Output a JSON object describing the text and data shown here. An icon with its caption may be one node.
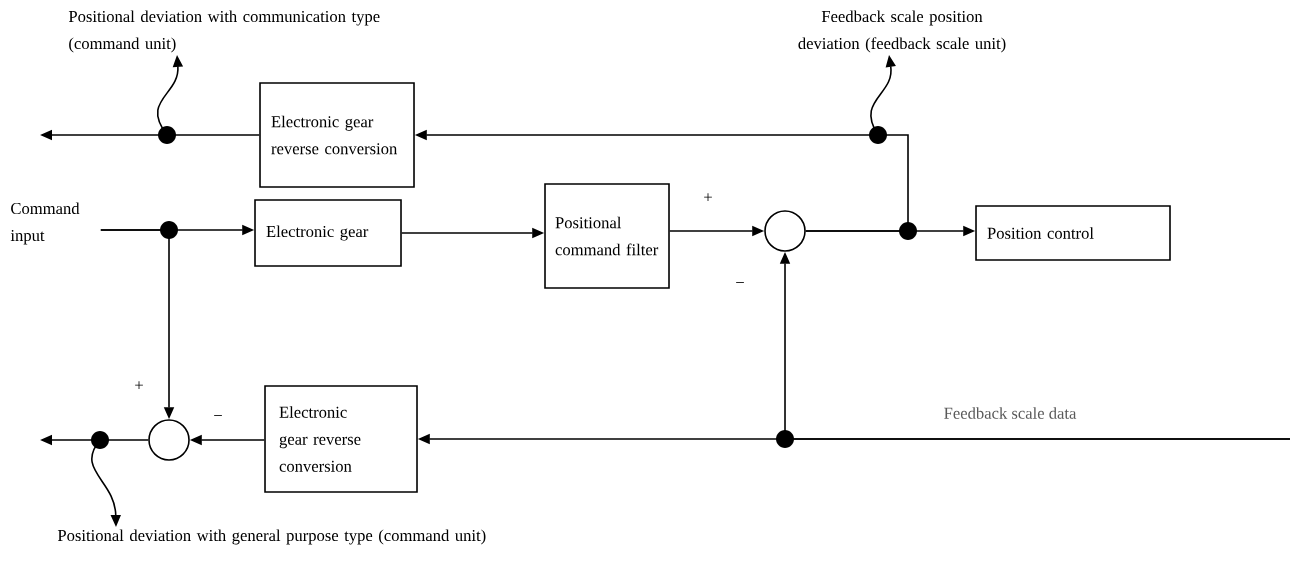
{
  "diagram": {
    "nodes": [
      {
        "text": [
          "Positional deviation with communication type (command unit)"
        ]
      },
      {
        "text": [
          "Electronic gear reverse conversion"
        ]
      },
      {
        "text": [
          "Feedback scale position deviation (feedback scale unit)"
        ]
      },
      {
        "text": [
          "Command input"
        ]
      },
      {
        "text": [
          "Electronic gear"
        ]
      },
      {
        "text": [
          "Positional command filter"
        ]
      },
      {
        "text": [],
        "shape": "circle"
      },
      {
        "text": [
          "Position control"
        ]
      },
      {
        "text": [],
        "shape": "circle"
      },
      {
        "text": [
          "Electronic gear reverse conversion"
        ]
      },
      {
        "text": [
          "Positional deviation with general purpose type (command unit)"
        ]
      }
    ],
    "edges": [
      {
        "from": 3,
        "to": 4,
        "arrow": "to"
      },
      {
        "from": 3,
        "to": 8,
        "arrow": "to"
      },
      {
        "from": 4,
        "to": 5,
        "arrow": "to"
      },
      {
        "from": 5,
        "to": 6,
        "arrow": "to"
      },
      {
        "from": 6,
        "to": 7,
        "arrow": "to"
      },
      {
        "from": 6,
        "to": 1,
        "arrow": "to"
      },
      {
        "from": 1,
        "to": null,
        "arrow": "to"
      },
      {
        "from": null,
        "to": 0,
        "arrow": "to"
      },
      {
        "from": null,
        "to": 2,
        "arrow": "to"
      },
      {
        "from": null,
        "to": 9,
        "arrow": "to"
      },
      {
        "from": null,
        "to": 6,
        "arrow": "to"
      },
      {
        "from": 9,
        "to": 8,
        "arrow": "to"
      },
      {
        "from": 8,
        "to": null,
        "arrow": "to"
      },
      {
        "from": null,
        "to": 10,
        "arrow": "to"
      }
    ],
    "labels": [
      "+",
      "−",
      "+",
      "−",
      "Feedback scale data"
    ]
  }
}
